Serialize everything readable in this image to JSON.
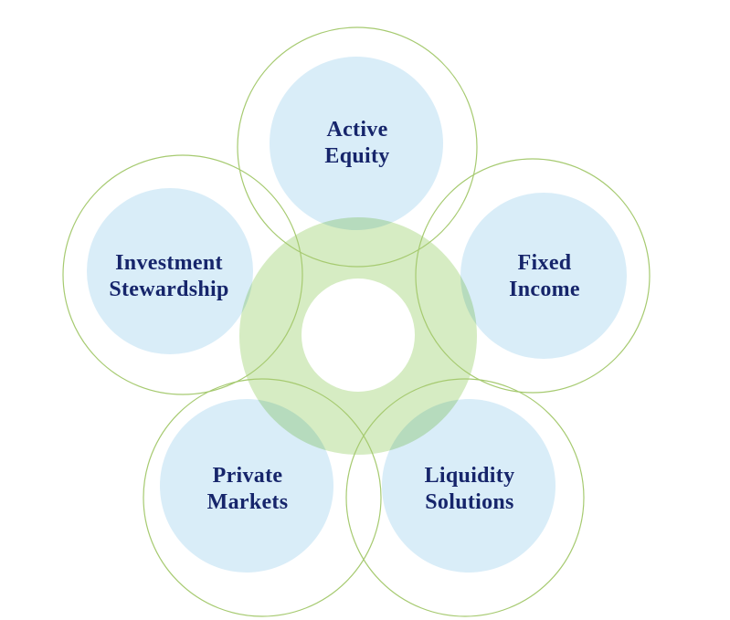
{
  "diagram": {
    "labels": [
      {
        "id": "active-equity",
        "line1": "Active",
        "line2": "Equity"
      },
      {
        "id": "fixed-income",
        "line1": "Fixed",
        "line2": "Income"
      },
      {
        "id": "investment-stewardship",
        "line1": "Investment",
        "line2": "Stewardship"
      },
      {
        "id": "private-markets",
        "line1": "Private",
        "line2": "Markets"
      },
      {
        "id": "liquidity-solutions",
        "line1": "Liquidity",
        "line2": "Solutions"
      }
    ],
    "colors": {
      "petal_fill": "#d9edf8",
      "center_fill": "#d6ecc3",
      "outline_stroke": "#a6ca70",
      "text_color": "#16256b",
      "background": "#ffffff"
    }
  }
}
